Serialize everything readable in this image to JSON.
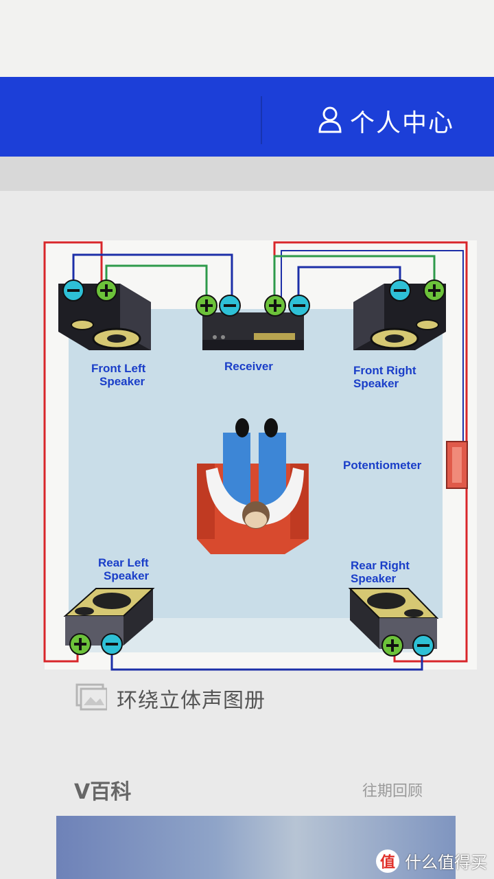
{
  "header": {
    "user_center_label": "个人中心",
    "icon": "user-icon",
    "bar_color": "#1c3fd8"
  },
  "diagram": {
    "receiver_label": "Receiver",
    "front_left_label_line1": "Front Left",
    "front_left_label_line2": "Speaker",
    "front_right_label_line1": "Front Right",
    "front_right_label_line2": "Speaker",
    "rear_left_label_line1": "Rear Left",
    "rear_left_label_line2": "Speaker",
    "rear_right_label_line1": "Rear Right",
    "rear_right_label_line2": "Speaker",
    "potentiometer_label": "Potentiometer",
    "wire_colors": {
      "red": "#d8262a",
      "blue": "#1c2fa8",
      "green": "#2e9a4a"
    }
  },
  "caption": {
    "label": "环绕立体声图册",
    "icon": "gallery-icon"
  },
  "section": {
    "title": "V百科",
    "link": "往期回顾"
  },
  "watermark": {
    "badge": "值",
    "text": "什么值得买"
  }
}
